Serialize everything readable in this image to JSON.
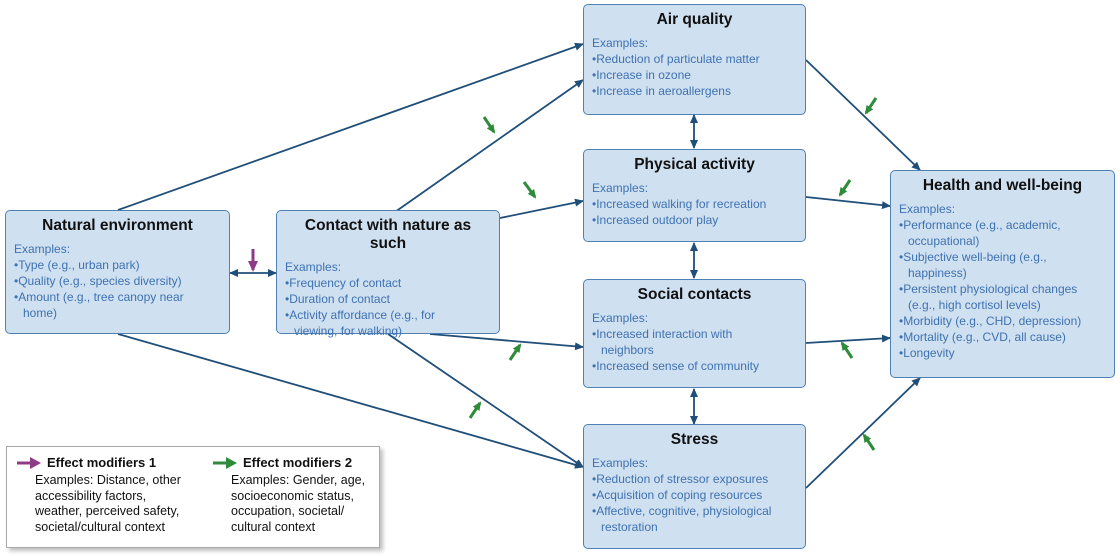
{
  "boxes": {
    "natural": {
      "title": "Natural environment",
      "sub": "Examples:",
      "items": [
        "Type (e.g., urban park)",
        "Quality (e.g., species diversity)",
        "Amount (e.g., tree canopy near home)"
      ]
    },
    "contact": {
      "title": "Contact with nature as such",
      "sub": "Examples:",
      "items": [
        "Frequency of contact",
        "Duration of contact",
        "Activity affordance (e.g., for viewing, for walking)"
      ]
    },
    "air": {
      "title": "Air quality",
      "sub": "Examples:",
      "items": [
        "Reduction of particulate matter",
        "Increase in ozone",
        "Increase in aeroallergens"
      ]
    },
    "physical": {
      "title": "Physical activity",
      "sub": "Examples:",
      "items": [
        "Increased walking for recreation",
        "Increased outdoor play"
      ]
    },
    "social": {
      "title": "Social contacts",
      "sub": "Examples:",
      "items": [
        "Increased interaction with neighbors",
        "Increased sense of community"
      ]
    },
    "stress": {
      "title": "Stress",
      "sub": "Examples:",
      "items": [
        "Reduction of stressor exposures",
        "Acquisition of coping resources",
        "Affective, cognitive, physiological restoration"
      ]
    },
    "health": {
      "title": "Health and well-being",
      "sub": "Examples:",
      "items": [
        "Performance (e.g., academic, occupational)",
        "Subjective well-being (e.g., happiness)",
        "Persistent physiological changes (e.g., high cortisol levels)",
        "Morbidity (e.g., CHD, depression)",
        "Mortality (e.g., CVD, all cause)",
        "Longevity"
      ]
    }
  },
  "legend": {
    "mod1_title": "Effect modifiers 1",
    "mod1_text": "Examples: Distance, other accessibility factors, weather, perceived safety, societal/cultural context",
    "mod2_title": "Effect modifiers 2",
    "mod2_text": "Examples: Gender, age, socioeconomic status, occupation, societal/ cultural context"
  },
  "colors": {
    "box_fill": "#cfe0f1",
    "box_border": "#4f81b5",
    "connector": "#1f4e79",
    "example_text": "#3f72b0",
    "modifier1": "#8e3b87",
    "modifier2": "#2e8b3a"
  }
}
